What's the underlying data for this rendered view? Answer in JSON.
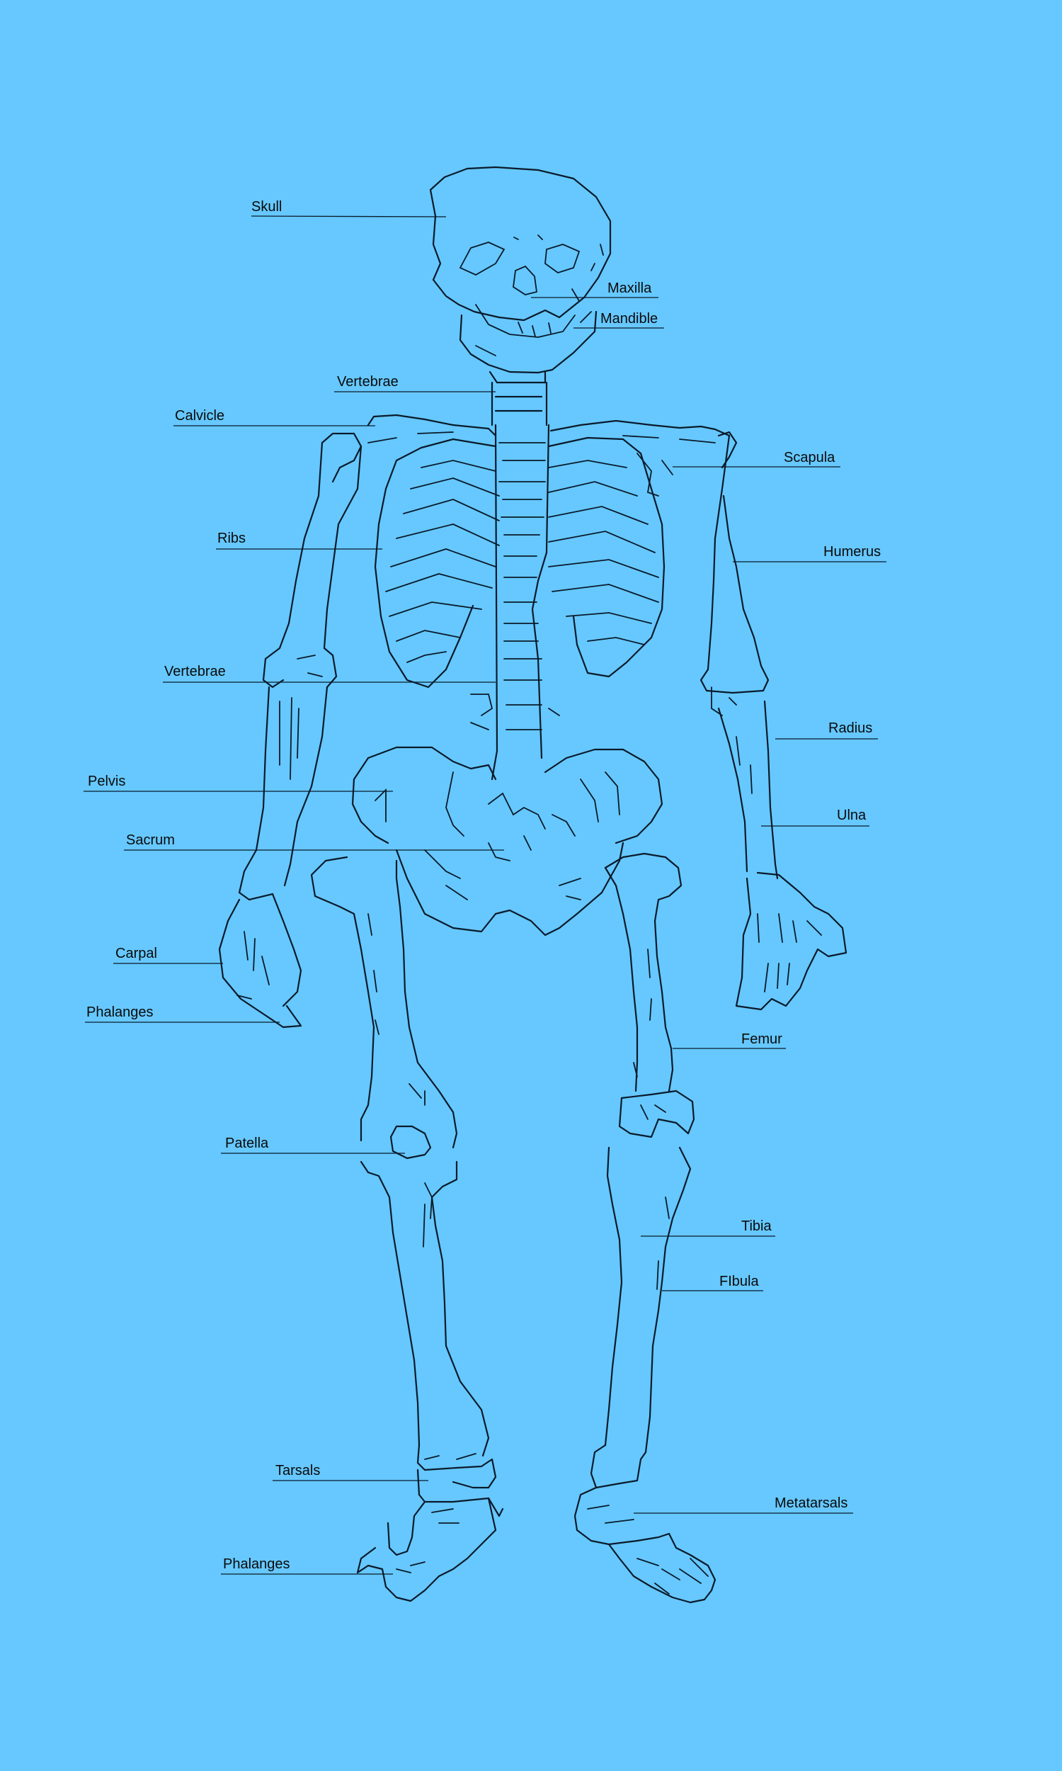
{
  "colors": {
    "background": "#66c8ff",
    "line": "#0a1a2a",
    "text": "#0a0a0a"
  },
  "labels": {
    "skull": "Skull",
    "maxilla": "Maxilla",
    "mandible": "Mandible",
    "vertebrae_neck": "Vertebrae",
    "clavicle": "Calvicle",
    "scapula": "Scapula",
    "ribs": "Ribs",
    "humerus": "Humerus",
    "vertebrae_lumbar": "Vertebrae",
    "radius": "Radius",
    "pelvis": "Pelvis",
    "ulna": "Ulna",
    "sacrum": "Sacrum",
    "carpal": "Carpal",
    "phalanges_hand": "Phalanges",
    "femur": "Femur",
    "patella": "Patella",
    "tibia": "Tibia",
    "fibula": "FIbula",
    "tarsals": "Tarsals",
    "metatarsals": "Metatarsals",
    "phalanges_foot": "Phalanges"
  }
}
